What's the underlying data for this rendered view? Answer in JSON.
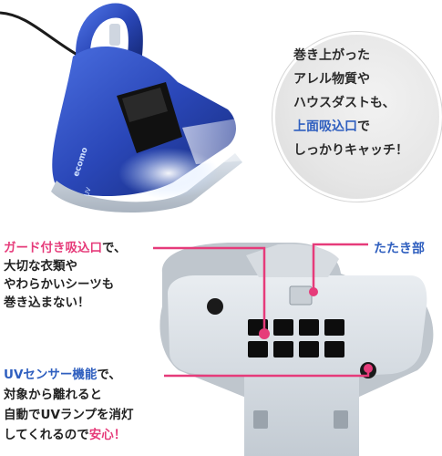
{
  "top_bubble": {
    "lines": [
      "巻き上がった",
      "アレル物質や",
      "ハウスダストも、",
      "上面吸込口",
      "で",
      "しっかりキャッチ！"
    ]
  },
  "guard_callout": {
    "title": "ガード付き吸込口",
    "title_suffix": "で、",
    "lines": [
      "大切な衣類や",
      "やわらかいシーツも",
      "巻き込まない！"
    ]
  },
  "tataki_label": "たたき部",
  "uv_callout": {
    "title": "UVセンサー機能",
    "title_suffix": "で、",
    "lines": [
      "対象から離れると",
      "自動でUVランプを消灯",
      "してくれるので"
    ],
    "last_emphasis": "安心！"
  },
  "product": {
    "brand": "ecomo",
    "model": "UV",
    "color": "#2a47b8",
    "accent_pink": "#e63b7a",
    "accent_blue": "#2f5fbf"
  }
}
